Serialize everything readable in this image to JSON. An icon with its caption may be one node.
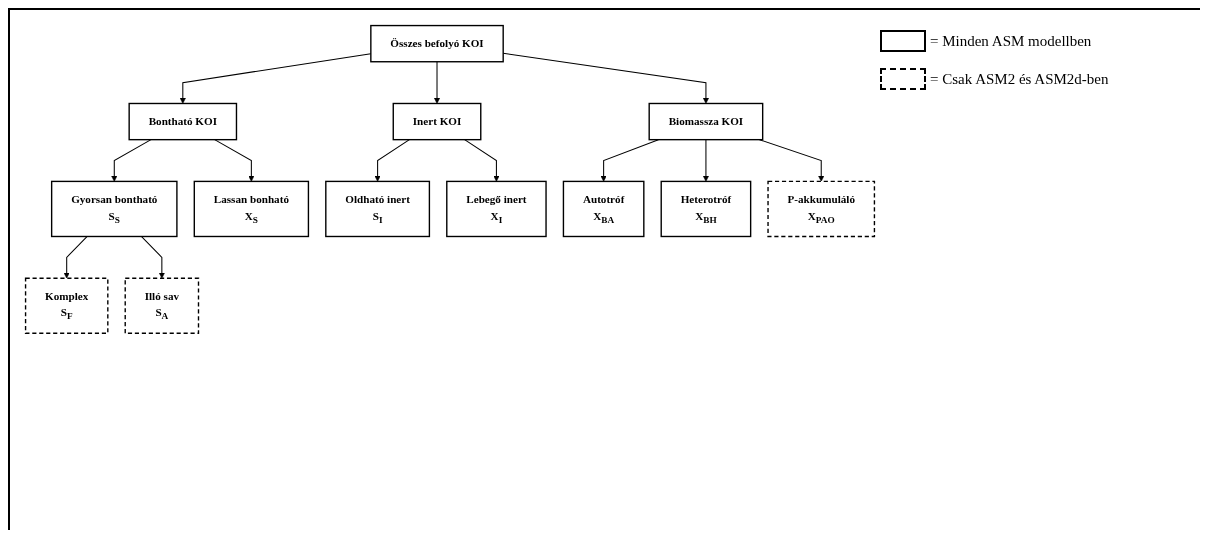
{
  "diagram": {
    "nodes": [
      {
        "text": [
          "Összes befolyó KOI"
        ]
      },
      {
        "text": [
          "Bontható KOI"
        ]
      },
      {
        "text": [
          "Inert KOI"
        ]
      },
      {
        "text": [
          "Biomassza KOI"
        ]
      },
      {
        "text": [
          "Gyorsan bontható",
          "S$_{S}$"
        ]
      },
      {
        "text": [
          "Lassan bonható",
          "X$_{S}$"
        ]
      },
      {
        "text": [
          "Oldható inert",
          "S$_{I}$"
        ]
      },
      {
        "text": [
          "Lebegő inert",
          "X$_{I}$"
        ]
      },
      {
        "text": [
          "Komplex",
          "S$_{F}$"
        ]
      },
      {
        "text": [
          "Illó sav",
          "S$_{A}$"
        ]
      },
      {
        "text": [
          "Autotróf",
          "X$_{BA}$"
        ]
      },
      {
        "text": [
          "Heterotróf",
          "X$_{BH}$"
        ]
      },
      {
        "text": [
          "P-akkumuláló",
          "X$_{PAO}$"
        ]
      }
    ],
    "edges": [
      {
        "from": 0,
        "to": 1,
        "arrow": "to"
      },
      {
        "from": 0,
        "to": 2,
        "arrow": "to"
      },
      {
        "from": 0,
        "to": 3,
        "arrow": "to"
      },
      {
        "from": 1,
        "to": 4,
        "arrow": "to"
      },
      {
        "from": 1,
        "to": 5,
        "arrow": "to"
      },
      {
        "from": 2,
        "to": 6,
        "arrow": "to"
      },
      {
        "from": 2,
        "to": 7,
        "arrow": "to"
      },
      {
        "from": 3,
        "to": 10,
        "arrow": "to"
      },
      {
        "from": 3,
        "to": 11,
        "arrow": "to"
      },
      {
        "from": 3,
        "to": 12,
        "arrow": "to"
      },
      {
        "from": 4,
        "to": 8,
        "arrow": "to"
      },
      {
        "from": 4,
        "to": 9,
        "arrow": "to"
      }
    ],
    "legend": [
      {
        "text": "= Minden ASM modellben"
      },
      {
        "text": "= Csak ASM2 és ASM2d-ben"
      }
    ]
  }
}
